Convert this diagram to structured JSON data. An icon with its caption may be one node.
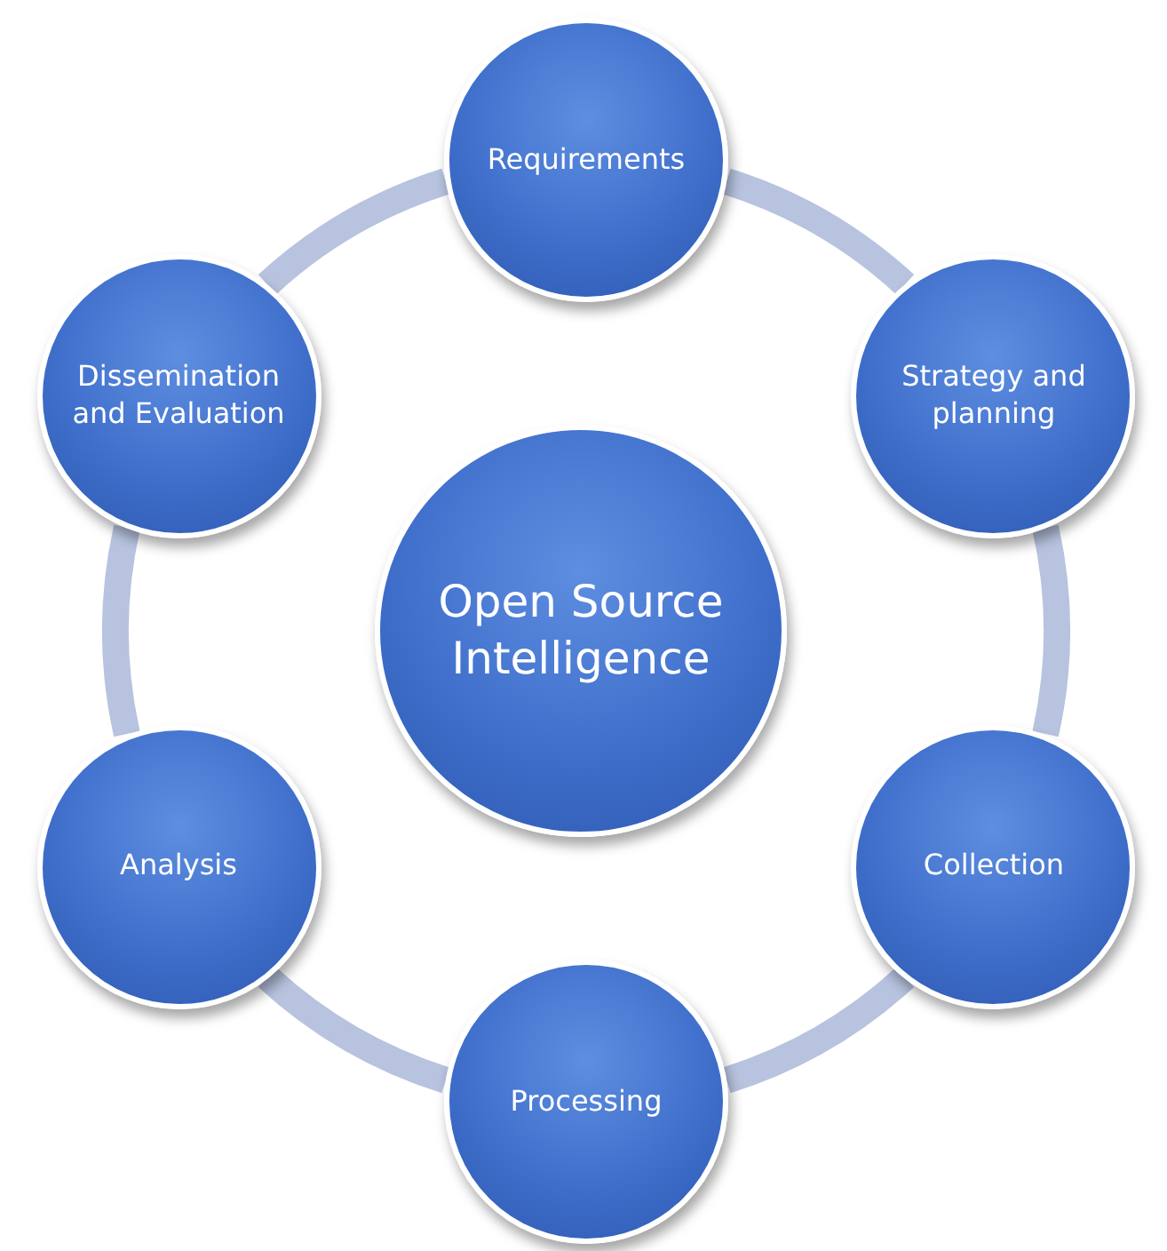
{
  "diagram": {
    "nodes": [
      {
        "text": [
          "Open Source Intelligence"
        ]
      },
      {
        "text": [
          "Requirements"
        ]
      },
      {
        "text": [
          "Strategy and planning"
        ]
      },
      {
        "text": [
          "Collection"
        ]
      },
      {
        "text": [
          "Processing"
        ]
      },
      {
        "text": [
          "Analysis"
        ]
      },
      {
        "text": [
          "Dissemination and Evaluation"
        ]
      }
    ],
    "edges": [
      {
        "from": 1,
        "to": 2,
        "arrow": "none"
      },
      {
        "from": 2,
        "to": 3,
        "arrow": "none"
      },
      {
        "from": 3,
        "to": 4,
        "arrow": "none"
      },
      {
        "from": 4,
        "to": 5,
        "arrow": "none"
      },
      {
        "from": 5,
        "to": 6,
        "arrow": "none"
      },
      {
        "from": 6,
        "to": 1,
        "arrow": "none"
      }
    ]
  }
}
